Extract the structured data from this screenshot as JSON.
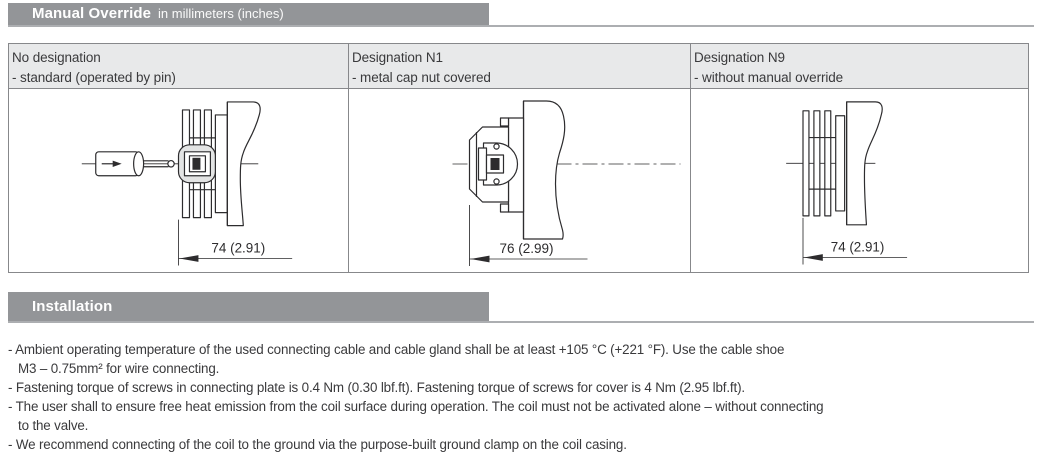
{
  "colors": {
    "section_bar_bg": "#939598",
    "section_bar_text": "#ffffff",
    "section_underline": "#acaeb1",
    "table_header_bg": "#e8e9ea",
    "table_border": "#87888b",
    "body_text": "#3a3a3c",
    "drawing_line": "#2d2c2e",
    "drawing_fill_gray": "#e3e4e4"
  },
  "manual_override_section": {
    "title": "Manual Override",
    "subtitle": "in millimeters (inches)"
  },
  "variants": [
    {
      "title": "No designation",
      "subtitle": "- standard (operated by pin)",
      "dimension_label": "74 (2.91)",
      "drawing": "coil-side-view-with-override-pin-tool"
    },
    {
      "title": "Designation N1",
      "subtitle": "- metal cap nut covered",
      "dimension_label": "76 (2.99)",
      "drawing": "coil-side-view-with-metal-cap-nut"
    },
    {
      "title": "Designation N9",
      "subtitle": "- without manual override",
      "dimension_label": "74 (2.91)",
      "drawing": "coil-side-view-without-manual-override"
    }
  ],
  "installation_section": {
    "title": "Installation",
    "notes": [
      {
        "lines": [
          "- Ambient operating temperature of the used connecting cable and cable gland shall be at least +105 °C (+221 °F). Use the cable shoe",
          "M3 – 0.75mm² for wire connecting."
        ]
      },
      {
        "lines": [
          "- Fastening torque of screws in connecting plate is 0.4 Nm (0.30 lbf.ft). Fastening torque of screws for cover is 4 Nm (2.95 lbf.ft)."
        ]
      },
      {
        "lines": [
          "- The user shall to ensure free heat emission from the coil surface during operation. The coil must not be activated alone – without connecting",
          "to the valve."
        ]
      },
      {
        "lines": [
          "- We recommend connecting of the coil to the ground via the purpose-built ground clamp on the coil casing."
        ]
      }
    ]
  }
}
